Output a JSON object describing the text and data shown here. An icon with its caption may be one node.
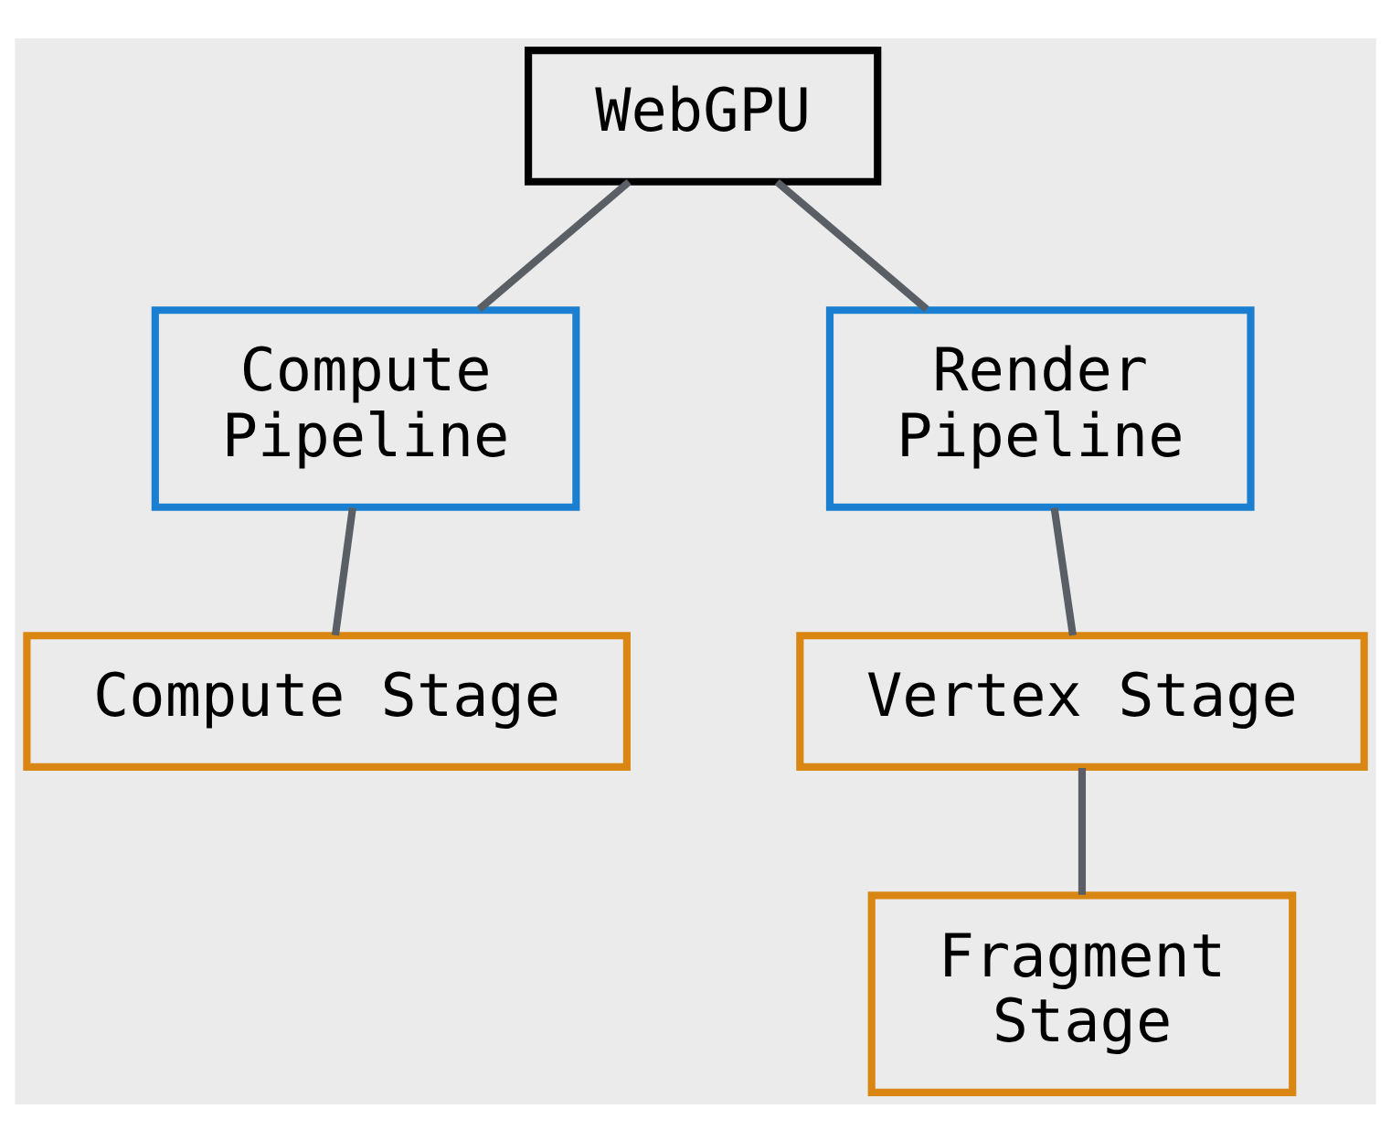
{
  "diagram": {
    "nodes": [
      {
        "text": [
          "WebGPU"
        ]
      },
      {
        "text": [
          "Compute Pipeline"
        ]
      },
      {
        "text": [
          "Render Pipeline"
        ]
      },
      {
        "text": [
          "Compute Stage"
        ]
      },
      {
        "text": [
          "Vertex Stage"
        ]
      },
      {
        "text": [
          "Fragment Stage"
        ]
      }
    ],
    "edges": [
      {
        "from": 0,
        "to": 1,
        "arrow": "none"
      },
      {
        "from": 0,
        "to": 2,
        "arrow": "none"
      },
      {
        "from": 1,
        "to": 3,
        "arrow": "none"
      },
      {
        "from": 2,
        "to": 4,
        "arrow": "none"
      },
      {
        "from": 4,
        "to": 5,
        "arrow": "none"
      }
    ]
  }
}
